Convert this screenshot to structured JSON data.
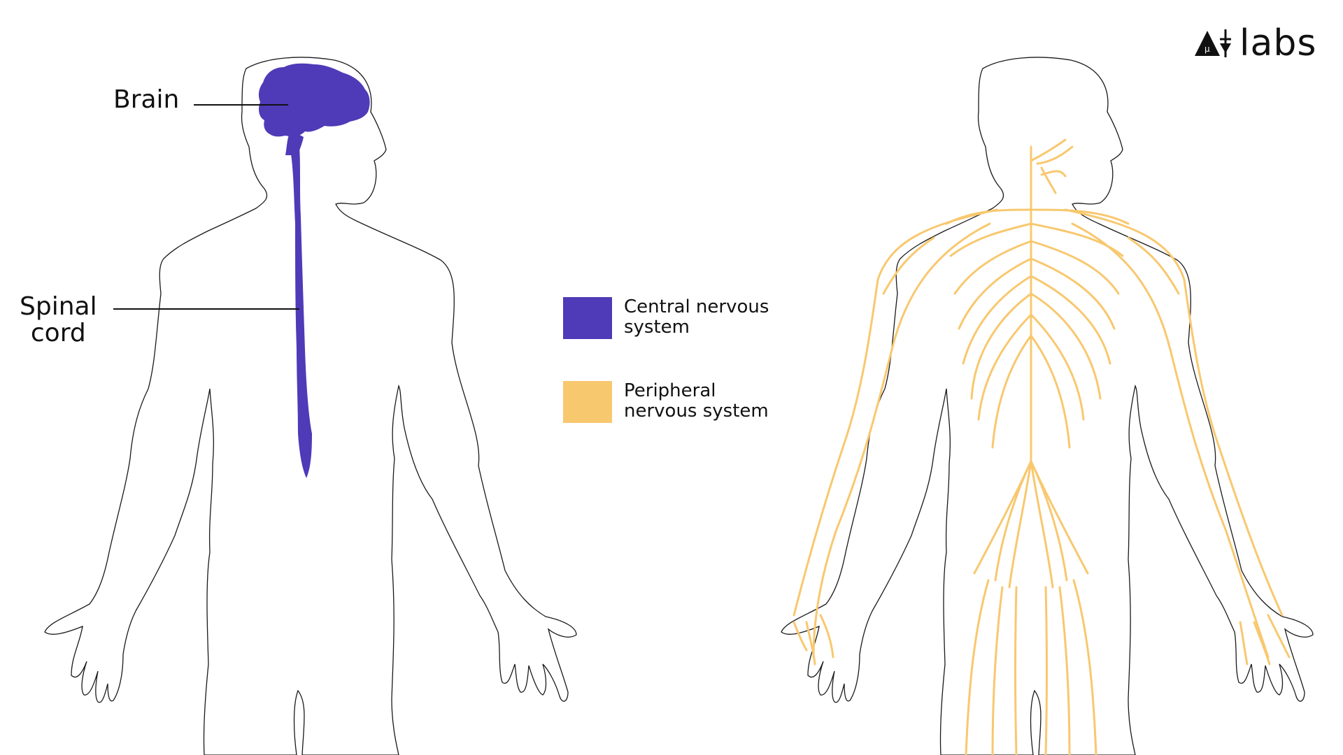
{
  "colors": {
    "central": "#4f3ab8",
    "peripheral": "#f8c86f",
    "outline": "#1a1a1a",
    "background": "#ffffff"
  },
  "labels": {
    "brain": "Brain",
    "spinal_cord": "Spinal\ncord"
  },
  "legend": [
    {
      "text": "Central nervous\nsystem",
      "color": "#4f3ab8"
    },
    {
      "text": "Peripheral\nnervous system",
      "color": "#f8c86f"
    }
  ],
  "logo": {
    "text": "labs",
    "icon": "ai-labs-logo-icon"
  }
}
